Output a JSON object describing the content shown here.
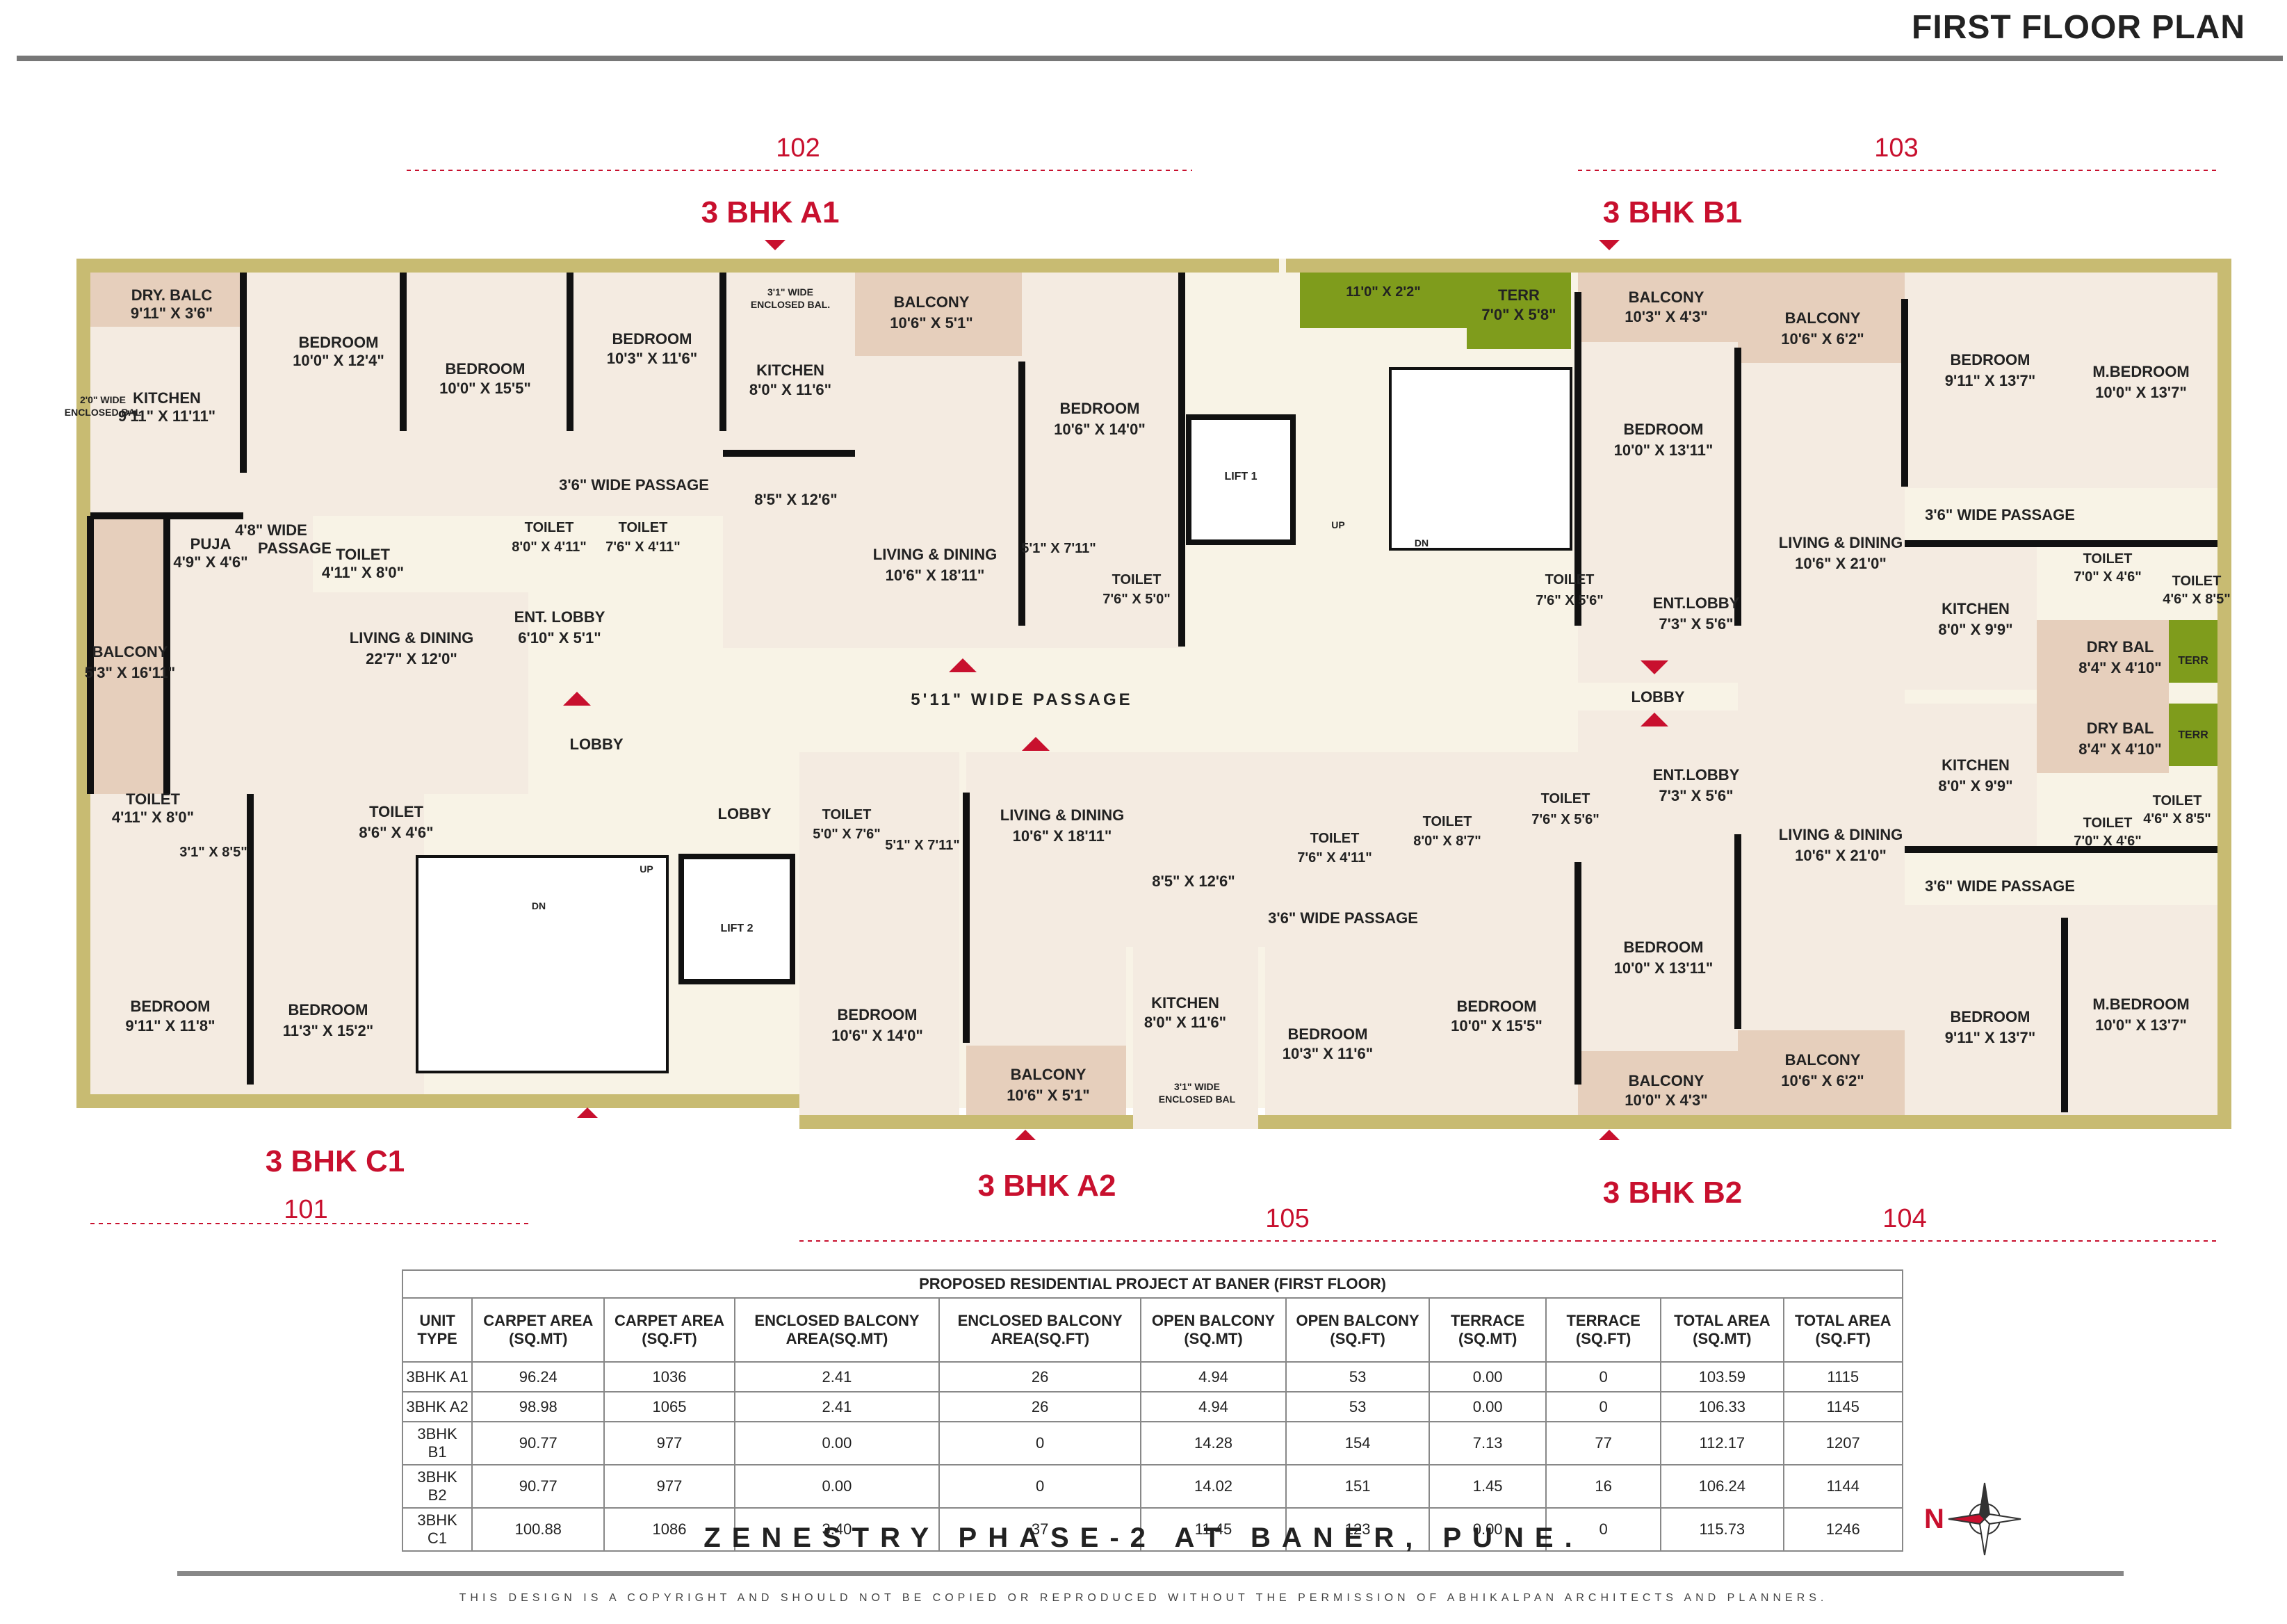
{
  "header": {
    "title": "FIRST FLOOR PLAN"
  },
  "units": [
    {
      "type": "3 BHK A1",
      "number": "102"
    },
    {
      "type": "3 BHK B1",
      "number": "103"
    },
    {
      "type": "3 BHK C1",
      "number": "101"
    },
    {
      "type": "3 BHK A2",
      "number": "105"
    },
    {
      "type": "3 BHK B2",
      "number": "104"
    }
  ],
  "rooms": {
    "c1_dry_balc": [
      "DRY. BALC",
      "9'11\" X 3'6\""
    ],
    "c1_kitchen": [
      "KITCHEN",
      "9'11\" X 11'11\""
    ],
    "c1_enclosed_bal": [
      "2'0\" WIDE",
      "ENCLOSED BAL"
    ],
    "c1_bedroom_top1": [
      "BEDROOM",
      "10'0\" X 12'4\""
    ],
    "c1_puja": [
      "PUJA",
      "4'9\" X 4'6\""
    ],
    "c1_passage": [
      "4'8\" WIDE",
      "PASSAGE"
    ],
    "c1_toilet1": [
      "TOILET",
      "4'11\" X 8'0\""
    ],
    "c1_balcony": [
      "BALCONY",
      "5'3\" X 16'11\""
    ],
    "c1_living": [
      "LIVING & DINING",
      "22'7\" X 12'0\""
    ],
    "c1_ent_lobby": [
      "ENT. LOBBY",
      "6'10\" X 5'1\""
    ],
    "c1_toilet2": [
      "TOILET",
      "4'11\" X 8'0\""
    ],
    "c1_toilet3": [
      "TOILET",
      "8'6\" X 4'6\""
    ],
    "c1_bal_small": [
      "3'1\" X 8'5\""
    ],
    "c1_bedroom_b1": [
      "BEDROOM",
      "9'11\" X 11'8\""
    ],
    "c1_bedroom_b2": [
      "BEDROOM",
      "11'3\" X 15'2\""
    ],
    "a1_bedroom1": [
      "BEDROOM",
      "10'0\" X 15'5\""
    ],
    "a1_bedroom2": [
      "BEDROOM",
      "10'3\" X 11'6\""
    ],
    "a1_enclosed": [
      "3'1\" WIDE",
      "ENCLOSED BAL."
    ],
    "a1_kitchen": [
      "KITCHEN",
      "8'0\" X 11'6\""
    ],
    "a1_passage": [
      "3'6\" WIDE PASSAGE"
    ],
    "a1_toilet1": [
      "TOILET",
      "8'0\" X 4'11\""
    ],
    "a1_toilet2": [
      "TOILET",
      "7'6\" X 4'11\""
    ],
    "a1_dining": [
      "8'5\" X 12'6\""
    ],
    "a1_balcony": [
      "BALCONY",
      "10'6\" X 5'1\""
    ],
    "a1_living": [
      "LIVING & DINING",
      "10'6\" X 18'11\""
    ],
    "a1_bedroom3": [
      "BEDROOM",
      "10'6\" X 14'0\""
    ],
    "a1_small": [
      "5'1\" X 7'11\""
    ],
    "a1_toilet3": [
      "TOILET",
      "7'6\" X 5'0\""
    ],
    "lift1": [
      "LIFT 1"
    ],
    "lift2": [
      "LIFT 2"
    ],
    "stair_up": [
      "UP"
    ],
    "stair_dn": [
      "DN"
    ],
    "stair2_up": [
      "UP"
    ],
    "stair2_dn": [
      "DN"
    ],
    "passage_main": [
      "5'11\" WIDE PASSAGE"
    ],
    "lobby_left": [
      "LOBBY"
    ],
    "lobby_mid": [
      "LOBBY"
    ],
    "lobby_right": [
      "LOBBY"
    ],
    "terr_strip": [
      "11'0\" X 2'2\""
    ],
    "b1_terr": [
      "TERR",
      "7'0\" X 5'8\""
    ],
    "b1_balcony1": [
      "BALCONY",
      "10'3\" X 4'3\""
    ],
    "b1_balcony2": [
      "BALCONY",
      "10'6\" X 6'2\""
    ],
    "b1_bedroom1": [
      "BEDROOM",
      "10'0\" X 13'11\""
    ],
    "b1_toilet1": [
      "TOILET",
      "7'6\" X 5'6\""
    ],
    "b1_ent_lobby": [
      "ENT.LOBBY",
      "7'3\" X 5'6\""
    ],
    "b1_living": [
      "LIVING & DINING",
      "10'6\" X 21'0\""
    ],
    "b1_bedroom2": [
      "BEDROOM",
      "9'11\" X 13'7\""
    ],
    "b1_mbedroom": [
      "M.BEDROOM",
      "10'0\" X 13'7\""
    ],
    "b1_passage": [
      "3'6\" WIDE PASSAGE"
    ],
    "b1_kitchen": [
      "KITCHEN",
      "8'0\" X 9'9\""
    ],
    "b1_toilet2": [
      "TOILET",
      "7'0\" X 4'6\""
    ],
    "b1_toilet3": [
      "TOILET",
      "4'6\" X 8'5\""
    ],
    "b1_dry_bal": [
      "DRY BAL",
      "8'4\" X 4'10\""
    ],
    "b1_terr_small": [
      "TERR"
    ],
    "b2_dry_bal": [
      "DRY BAL",
      "8'4\" X 4'10\""
    ],
    "b2_terr_small": [
      "TERR"
    ],
    "b2_kitchen": [
      "KITCHEN",
      "8'0\" X 9'9\""
    ],
    "b2_toilet3": [
      "TOILET",
      "4'6\" X 8'5\""
    ],
    "b2_toilet2": [
      "TOILET",
      "7'0\" X 4'6\""
    ],
    "b2_living": [
      "LIVING & DINING",
      "10'6\" X 21'0\""
    ],
    "b2_passage": [
      "3'6\" WIDE PASSAGE"
    ],
    "b2_ent_lobby": [
      "ENT.LOBBY",
      "7'3\" X 5'6\""
    ],
    "b2_toilet1": [
      "TOILET",
      "7'6\" X 5'6\""
    ],
    "b2_bedroom1": [
      "BEDROOM",
      "10'0\" X 13'11\""
    ],
    "b2_bedroom2": [
      "BEDROOM",
      "9'11\" X 13'7\""
    ],
    "b2_mbedroom": [
      "M.BEDROOM",
      "10'0\" X 13'7\""
    ],
    "b2_balcony1": [
      "BALCONY",
      "10'0\" X 4'3\""
    ],
    "b2_balcony2": [
      "BALCONY",
      "10'6\" X 6'2\""
    ],
    "a2_toilet1": [
      "TOILET",
      "5'0\" X 7'6\""
    ],
    "a2_small": [
      "5'1\" X 7'11\""
    ],
    "a2_living": [
      "LIVING & DINING",
      "10'6\" X 18'11\""
    ],
    "a2_dining": [
      "8'5\" X 12'6\""
    ],
    "a2_toilet2": [
      "TOILET",
      "7'6\" X 4'11\""
    ],
    "a2_toilet3": [
      "TOILET",
      "8'0\" X 8'7\""
    ],
    "a2_passage": [
      "3'6\" WIDE PASSAGE"
    ],
    "a2_bedroom1": [
      "BEDROOM",
      "10'6\" X 14'0\""
    ],
    "a2_kitchen": [
      "KITCHEN",
      "8'0\" X 11'6\""
    ],
    "a2_bedroom2": [
      "BEDROOM",
      "10'3\" X 11'6\""
    ],
    "a2_bedroom3": [
      "BEDROOM",
      "10'0\" X 15'5\""
    ],
    "a2_balcony": [
      "BALCONY",
      "10'6\" X 5'1\""
    ],
    "a2_enclosed": [
      "3'1\" WIDE",
      "ENCLOSED BAL"
    ]
  },
  "area_table": {
    "caption": "PROPOSED RESIDENTIAL PROJECT AT BANER (FIRST FLOOR)",
    "headers": [
      "UNIT TYPE",
      "CARPET AREA (SQ.MT)",
      "CARPET AREA (SQ.FT)",
      "ENCLOSED BALCONY AREA(SQ.MT)",
      "ENCLOSED BALCONY AREA(SQ.FT)",
      "OPEN BALCONY (SQ.MT)",
      "OPEN BALCONY (SQ.FT)",
      "TERRACE (SQ.MT)",
      "TERRACE (SQ.FT)",
      "TOTAL AREA (SQ.MT)",
      "TOTAL AREA (SQ.FT)"
    ],
    "rows": [
      [
        "3BHK A1",
        "96.24",
        "1036",
        "2.41",
        "26",
        "4.94",
        "53",
        "0.00",
        "0",
        "103.59",
        "1115"
      ],
      [
        "3BHK A2",
        "98.98",
        "1065",
        "2.41",
        "26",
        "4.94",
        "53",
        "0.00",
        "0",
        "106.33",
        "1145"
      ],
      [
        "3BHK B1",
        "90.77",
        "977",
        "0.00",
        "0",
        "14.28",
        "154",
        "7.13",
        "77",
        "112.17",
        "1207"
      ],
      [
        "3BHK B2",
        "90.77",
        "977",
        "0.00",
        "0",
        "14.02",
        "151",
        "1.45",
        "16",
        "106.24",
        "1144"
      ],
      [
        "3BHK C1",
        "100.88",
        "1086",
        "3.40",
        "37",
        "11.45",
        "123",
        "0.00",
        "0",
        "115.73",
        "1246"
      ]
    ]
  },
  "compass": {
    "label": "N"
  },
  "footer": {
    "project": "ZENESTRY PHASE-2 AT BANER, PUNE.",
    "copyright": "THIS DESIGN IS A COPYRIGHT AND SHOULD NOT BE COPIED OR REPRODUCED WITHOUT THE PERMISSION OF ABHIKALPAN ARCHITECTS AND PLANNERS."
  },
  "colors": {
    "room_fill": "#f4ebe1",
    "balcony_fill": "#e6cfbc",
    "terrace_fill": "#7f9c1c",
    "wall": "#111111",
    "frame": "#c8bb72",
    "accent_red": "#c8102e",
    "passage_fill": "#f8f3e6"
  }
}
